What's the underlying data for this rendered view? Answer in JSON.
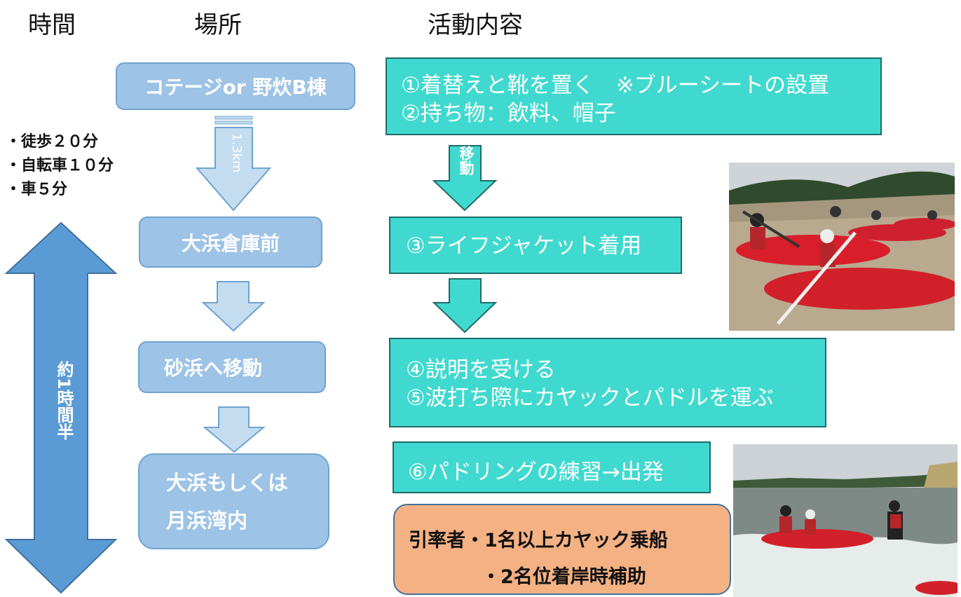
{
  "headers": {
    "time": "時間",
    "place": "場所",
    "activity": "活動内容"
  },
  "places": {
    "p1": "コテージor 野炊B棟",
    "p2": "大浜倉庫前",
    "p3": "砂浜へ移動",
    "p4_line1": "大浜もしくは",
    "p4_line2": "月浜湾内"
  },
  "distance_label": "1.3km",
  "travel": {
    "walk": "・徒歩２０分",
    "bike": "・自転車１０分",
    "car": "・車５分"
  },
  "duration_label": "約1時間半",
  "move_label": "移動",
  "activities": {
    "a1_line1": "①着替えと靴を置く　※ブルーシートの設置",
    "a1_line2": "②持ち物：飲料、帽子",
    "a3": "③ライフジャケット着用",
    "a4": "④説明を受ける",
    "a5": "⑤波打ち際にカヤックとパドルを運ぶ",
    "a6": "⑥パドリングの練習→出発"
  },
  "leader_note": {
    "line1": "引率者・1名以上カヤック乗船",
    "line2": "・2名位着岸時補助"
  },
  "colors": {
    "location_box": "#9dc3e6",
    "activity_box": "#40d9cf",
    "duration_arrow": "#5b9bd5",
    "leader_box": "#f4b183"
  }
}
